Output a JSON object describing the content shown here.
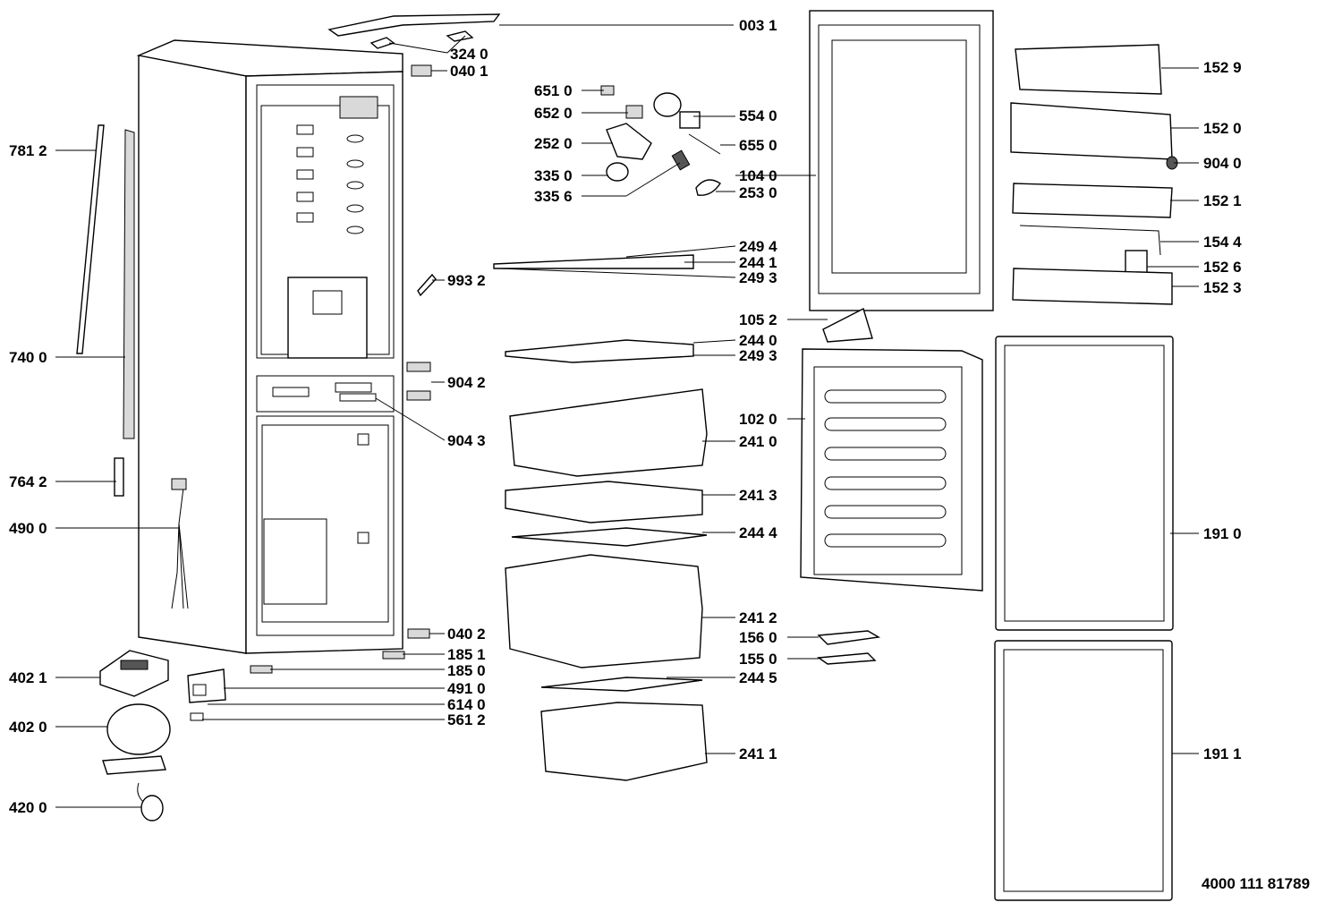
{
  "drawing_code": "4000 111 81789",
  "callouts": {
    "c0031": "003 1",
    "c3240": "324 0",
    "c0401": "040 1",
    "c6510": "651 0",
    "c6520": "652 0",
    "c2520": "252 0",
    "c3350": "335 0",
    "c3356": "335 6",
    "c5540": "554 0",
    "c6550": "655 0",
    "c1040": "104 0",
    "c2530": "253 0",
    "c1529": "152 9",
    "c1520": "152 0",
    "c9040": "904 0",
    "c1521": "152 1",
    "c1544": "154 4",
    "c1526": "152 6",
    "c1523": "152 3",
    "c7812": "781 2",
    "c7400": "740 0",
    "c7642": "764 2",
    "c4900": "490 0",
    "c4021": "402 1",
    "c4020": "402 0",
    "c4200": "420 0",
    "c9932": "993 2",
    "c2494": "249 4",
    "c2441": "244 1",
    "c2493a": "249 3",
    "c1052": "105 2",
    "c2440": "244 0",
    "c2493b": "249 3",
    "c9042": "904 2",
    "c9043": "904 3",
    "c1020": "102 0",
    "c2410": "241 0",
    "c2413": "241 3",
    "c2444": "244 4",
    "c1910": "191 0",
    "c2412": "241 2",
    "c0402": "040 2",
    "c1851": "185 1",
    "c1850": "185 0",
    "c4910": "491 0",
    "c6140": "614 0",
    "c5612": "561 2",
    "c1560": "156 0",
    "c1550": "155 0",
    "c2445": "244 5",
    "c2411": "241 1",
    "c1911": "191 1"
  }
}
